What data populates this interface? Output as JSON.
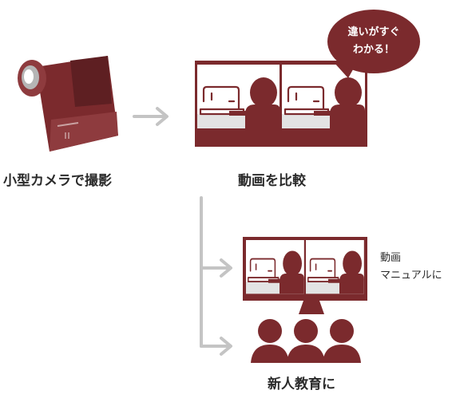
{
  "colors": {
    "accent": "#7b2a2d",
    "screen_bg": "#ffffff",
    "floor": "#e3e3e3",
    "arrow": "#c4c4c4",
    "camera_light": "#b5b5b5"
  },
  "steps": {
    "capture": {
      "label": "小型カメラで撮影",
      "icon": "video-camera-icon"
    },
    "compare": {
      "label": "動画を比較",
      "icon": "comparison-screen-icon",
      "speech": {
        "line1": "違いがすぐ",
        "line2": "わかる！"
      }
    },
    "manual": {
      "line1": "動画",
      "line2": "マニュアルに",
      "icon": "video-manual-monitor-icon"
    },
    "training": {
      "label": "新人教育に",
      "icon": "trainee-group-icon"
    }
  }
}
